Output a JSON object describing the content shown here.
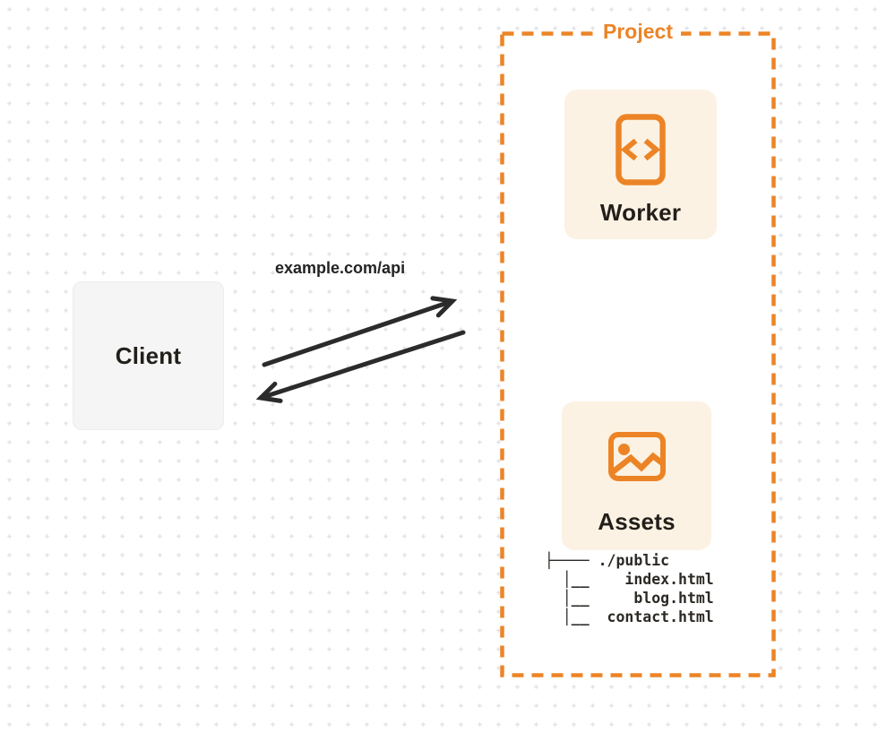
{
  "colors": {
    "accent_orange": "#ec8426",
    "card_cream": "#fcf2e3",
    "client_gray": "#f5f5f6",
    "arrow_dark": "#2b2b2b",
    "text_dark": "#221f1b",
    "dot_grid": "#e3e3e6"
  },
  "client": {
    "label": "Client"
  },
  "request": {
    "label": "example.com/api"
  },
  "project": {
    "title": "Project",
    "worker": {
      "label": "Worker",
      "icon": "code-icon"
    },
    "assets": {
      "label": "Assets",
      "icon": "image-icon"
    },
    "file_tree": "├──── ./public\n  │__    index.html\n  │__     blog.html\n  │__  contact.html"
  }
}
